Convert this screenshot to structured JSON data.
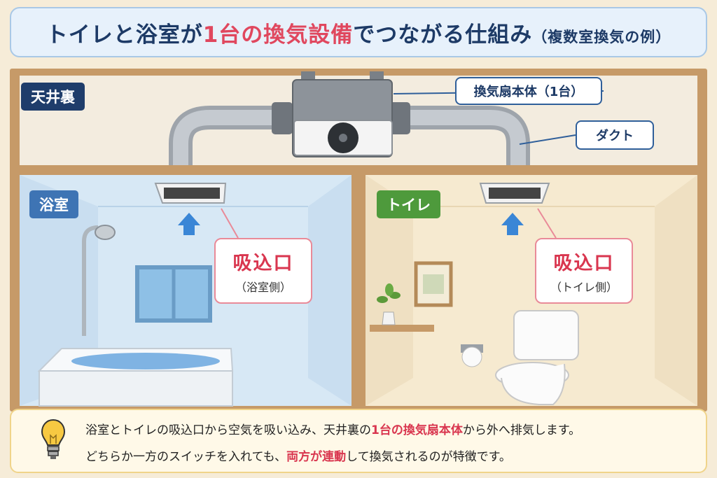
{
  "title": {
    "part1": "トイレと浴室が",
    "highlight": "1台の換気設備",
    "part2": "でつながる仕組み",
    "suffix": "（複数室換気の例）"
  },
  "rooms": {
    "attic": "天井裏",
    "bath": "浴室",
    "toilet": "トイレ"
  },
  "callouts": {
    "fan": "換気扇本体（1台）",
    "duct": "ダクト"
  },
  "intakes": {
    "bath": {
      "label": "吸込口",
      "sub": "（浴室側）"
    },
    "toilet": {
      "label": "吸込口",
      "sub": "（トイレ側）"
    }
  },
  "note": {
    "line1_a": "浴室とトイレの吸込口から空気を吸い込み、天井裏の",
    "line1_hl": "1台の換気扇本体",
    "line1_b": "から外へ排気します。",
    "line2_a": "どちらか一方のスイッチを入れても、",
    "line2_hl": "両方が連動",
    "line2_b": "して換気されるのが特徴です。"
  },
  "colors": {
    "title_text": "#1d3a66",
    "highlight": "#e0475e",
    "attic_tag": "#1f3d6b",
    "bath_tag": "#3e74b4",
    "toilet_tag": "#4e9a3c",
    "arrow": "#3a86d6"
  },
  "icons": [
    "lightbulb-icon",
    "up-arrow-icon",
    "fan-icon"
  ]
}
